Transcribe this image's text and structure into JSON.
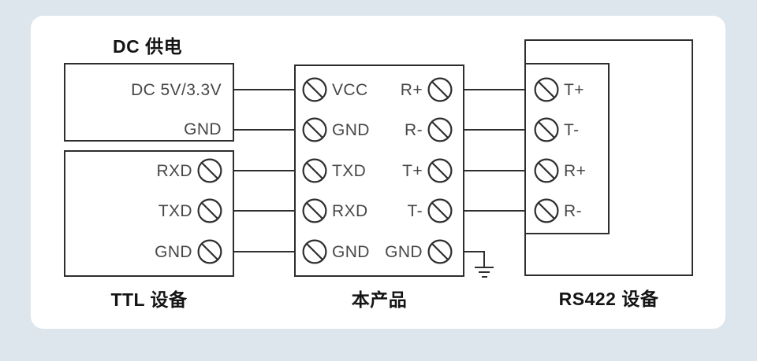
{
  "colors": {
    "background": "#dce6ec",
    "card": "#ffffff",
    "line": "#2e2e2e",
    "label": "#484848",
    "title": "#141414"
  },
  "titles": {
    "dc_power": "DC 供电",
    "ttl_device": "TTL 设备",
    "product": "本产品",
    "rs422_device": "RS422 设备"
  },
  "power_box": {
    "pins": [
      "DC 5V/3.3V",
      "GND"
    ]
  },
  "ttl_box": {
    "pins": [
      "RXD",
      "TXD",
      "GND"
    ]
  },
  "product_box": {
    "left_pins": [
      "VCC",
      "GND",
      "TXD",
      "RXD",
      "GND"
    ],
    "right_pins": [
      "R+",
      "R-",
      "T+",
      "T-",
      "GND"
    ]
  },
  "rs422_box": {
    "pins": [
      "T+",
      "T-",
      "R+",
      "R-"
    ]
  },
  "icons": {
    "terminal": "screw-terminal-icon",
    "ground": "earth-ground-icon"
  },
  "connections": [
    {
      "from_box": "DC 供电",
      "from_pin": "DC 5V/3.3V",
      "to_box": "本产品",
      "to_pin": "VCC"
    },
    {
      "from_box": "DC 供电",
      "from_pin": "GND",
      "to_box": "本产品",
      "to_pin": "GND"
    },
    {
      "from_box": "TTL 设备",
      "from_pin": "RXD",
      "to_box": "本产品",
      "to_pin": "TXD"
    },
    {
      "from_box": "TTL 设备",
      "from_pin": "TXD",
      "to_box": "本产品",
      "to_pin": "RXD"
    },
    {
      "from_box": "TTL 设备",
      "from_pin": "GND",
      "to_box": "本产品",
      "to_pin": "GND"
    },
    {
      "from_box": "本产品",
      "from_pin": "R+",
      "to_box": "RS422 设备",
      "to_pin": "T+"
    },
    {
      "from_box": "本产品",
      "from_pin": "R-",
      "to_box": "RS422 设备",
      "to_pin": "T-"
    },
    {
      "from_box": "本产品",
      "from_pin": "T+",
      "to_box": "RS422 设备",
      "to_pin": "R+"
    },
    {
      "from_box": "本产品",
      "from_pin": "T-",
      "to_box": "RS422 设备",
      "to_pin": "R-"
    },
    {
      "from_box": "本产品",
      "from_pin": "GND",
      "to_symbol": "earth-ground"
    }
  ]
}
